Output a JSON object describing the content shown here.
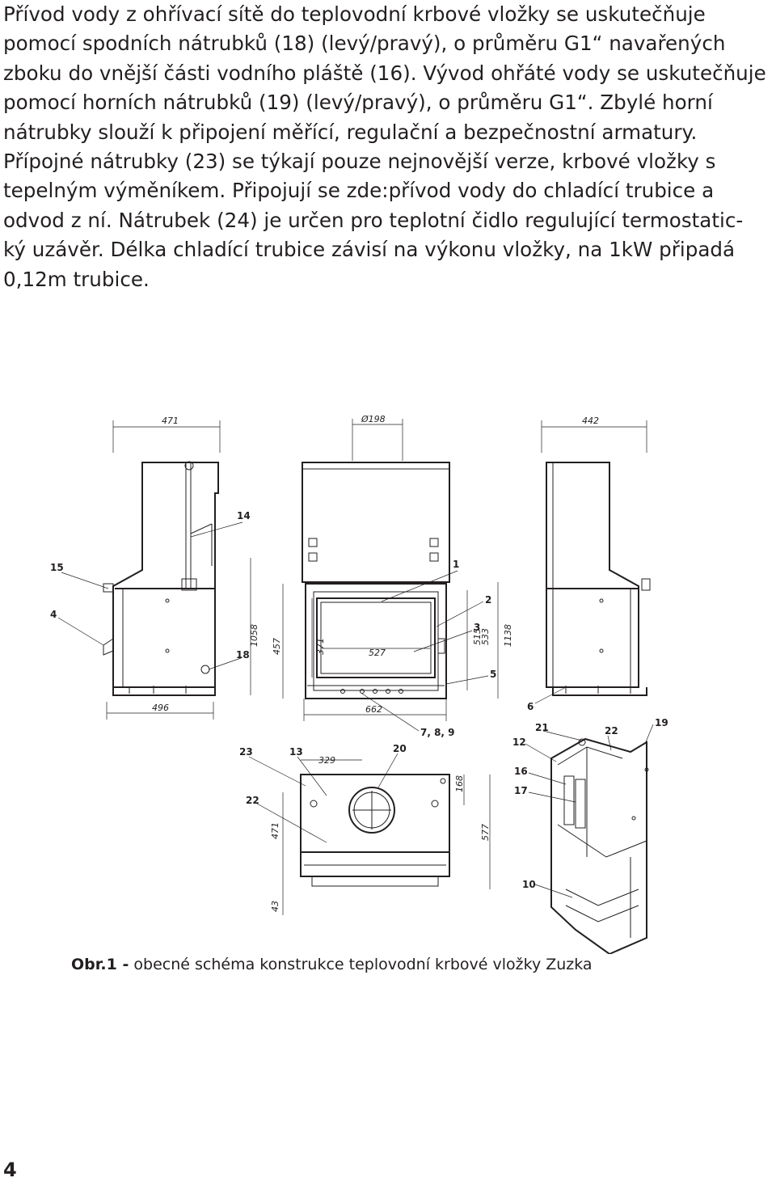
{
  "body_lines": [
    "Přívod vody z ohřívací sítě do teplovodní krbové vložky se uskutečňuje",
    "pomocí spodních nátrubků (18) (levý/pravý), o průměru G1“ navařených",
    "zboku do vnější části vodního pláště (16). Vývod ohřáté vody se uskutečňuje",
    "pomocí horních nátrubků (19) (levý/pravý), o průměru G1“. Zbylé horní",
    "nátrubky slouží k připojení měřící, regulační a bezpečnostní armatury.",
    "Přípojné nátrubky (23) se týkají pouze nejnovější verze, krbové vložky s",
    "tepelným výměníkem. Připojují se zde:přívod vody do chladící trubice a",
    "odvod z ní. Nátrubek (24) je určen pro teplotní čidlo regulující termostatic-",
    "ký uzávěr. Délka chladící trubice závisí na výkonu vložky, na 1kW připadá",
    "0,12m trubice."
  ],
  "figure": {
    "dims": {
      "side_top_width": "471",
      "side_bottom_width": "496",
      "side_height": "1058",
      "flue_diameter": "Ø198",
      "front_height": "457",
      "glass_height": "371",
      "glass_width": "527",
      "front_width": "662",
      "door_h1": "515",
      "door_h2": "533",
      "total_height": "1138",
      "right_top_width": "442",
      "top_width": "329",
      "top_depth_a": "168",
      "top_depth_b": "577",
      "top_side": "471",
      "top_bottom": "43"
    },
    "callouts": {
      "c14": "14",
      "c15": "15",
      "c4": "4",
      "c18": "18",
      "c1": "1",
      "c2": "2",
      "c3": "3",
      "c5": "5",
      "c789": "7, 8, 9",
      "c6": "6",
      "c21": "21",
      "c22a": "22",
      "c19": "19",
      "c12": "12",
      "c16": "16",
      "c17": "17",
      "c10": "10",
      "c23": "23",
      "c13": "13",
      "c20": "20",
      "c22b": "22"
    }
  },
  "caption": {
    "prefix": "Obr.1 -",
    "text": " obecné schéma konstrukce teplovodní krbové vložky Zuzka"
  },
  "page_number": "4"
}
